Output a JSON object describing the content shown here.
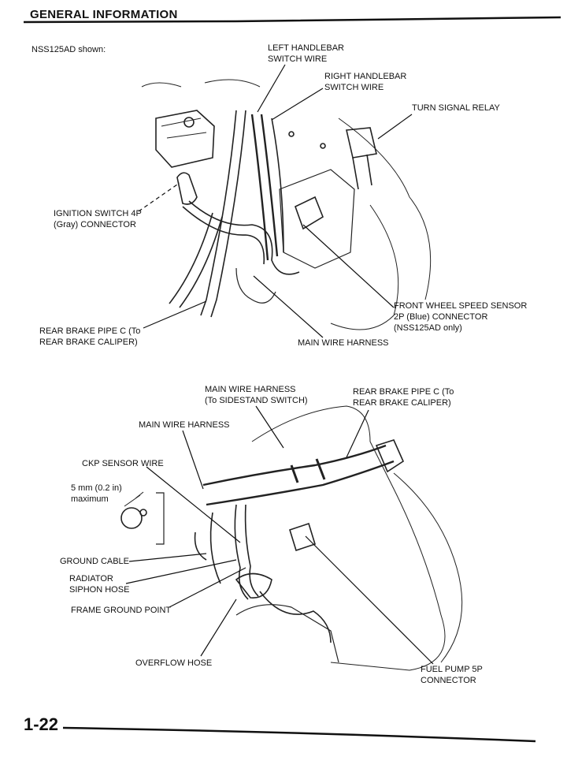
{
  "header": {
    "title": "GENERAL INFORMATION"
  },
  "page_number": "1-22",
  "figure_top": {
    "note": "NSS125AD shown:",
    "labels": {
      "left_handlebar": "LEFT HANDLEBAR\nSWITCH WIRE",
      "right_handlebar": "RIGHT HANDLEBAR\nSWITCH WIRE",
      "turn_signal": "TURN SIGNAL RELAY",
      "ignition": "IGNITION SWITCH 4P\n(Gray) CONNECTOR",
      "front_wheel": "FRONT WHEEL SPEED SENSOR\n2P (Blue) CONNECTOR\n(NSS125AD only)",
      "rear_brake": "REAR BRAKE PIPE C (To\nREAR BRAKE CALIPER)",
      "main_harness": "MAIN WIRE HARNESS"
    }
  },
  "figure_bottom": {
    "labels": {
      "main_harness_sidestand": "MAIN WIRE HARNESS\n(To SIDESTAND SWITCH)",
      "rear_brake": "REAR BRAKE PIPE C (To\nREAR BRAKE CALIPER)",
      "main_harness": "MAIN WIRE HARNESS",
      "ckp": "CKP SENSOR WIRE",
      "dimension": "5 mm (0.2 in)\nmaximum",
      "ground_cable": "GROUND CABLE",
      "radiator": "RADIATOR\nSIPHON HOSE",
      "frame_ground": "FRAME GROUND POINT",
      "overflow": "OVERFLOW HOSE",
      "fuel_pump": "FUEL PUMP 5P\nCONNECTOR"
    }
  }
}
